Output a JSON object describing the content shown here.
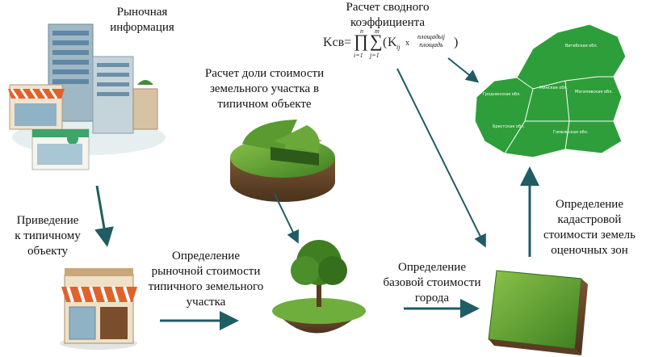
{
  "labels": {
    "market_info": [
      "Рыночная",
      "информация"
    ],
    "coef": [
      "Расчет сводного",
      "коэффициента"
    ],
    "land_share": [
      "Расчет доли стоимости",
      "земельного участка в",
      "типичном объекте"
    ],
    "reduction": [
      "Приведение",
      "к типичному",
      "объекту"
    ],
    "market_value": [
      "Определение",
      "рыночной стоимости",
      "типичного земельного",
      "участка"
    ],
    "base_value": [
      "Определение",
      "базовой стоимости",
      "города"
    ],
    "cadastral": [
      "Определение",
      "кадастровой",
      "стоимости земель",
      "оценочных зон"
    ]
  },
  "formula": {
    "lhs": "Kсв",
    "prod_top": "n",
    "prod_bottom": "i=1",
    "sum_top": "m",
    "sum_bottom": "j=1",
    "term": "K",
    "term_sub": "ij",
    "times": "x",
    "frac_num": "площадьij",
    "frac_den": "площадь"
  },
  "map": {
    "color": "#2e9e3a",
    "regions": [
      "Витебская обл.",
      "Гродненская обл.",
      "Минская обл.",
      "Могилевская обл.",
      "Брестская обл.",
      "Гомельская обл."
    ]
  },
  "colors": {
    "arrow": "#1f5c63",
    "grass": "#4c8f2a",
    "soil": "#6b4a2e"
  }
}
